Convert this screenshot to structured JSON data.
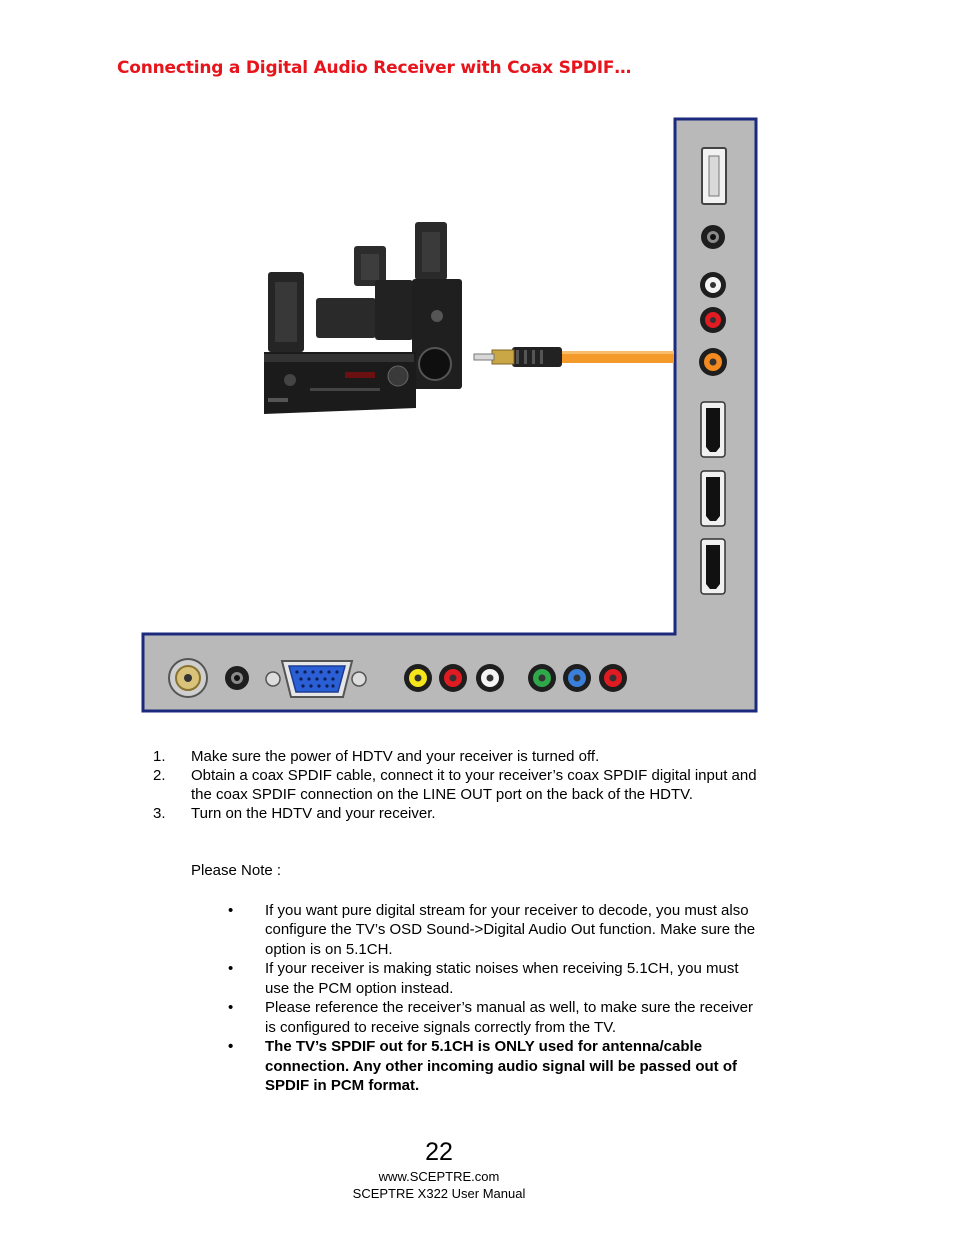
{
  "title": "Connecting a Digital Audio Receiver with Coax SPDIF…",
  "steps": [
    {
      "num": "1.",
      "text": "Make sure the power of HDTV and your receiver is turned off."
    },
    {
      "num": "2.",
      "text": "Obtain a coax SPDIF cable, connect it to your receiver’s coax SPDIF digital input and the coax SPDIF connection on the LINE OUT port on the back of the HDTV."
    },
    {
      "num": "3.",
      "text": "Turn on the HDTV and your receiver."
    }
  ],
  "note_label": "Please Note :",
  "bullets": [
    {
      "text": "If you want pure digital stream for your receiver to decode, you must also configure the TV’s OSD Sound->Digital Audio Out function. Make sure the option is on 5.1CH."
    },
    {
      "text": "If your receiver is making static noises when receiving 5.1CH, you must use the PCM option instead."
    },
    {
      "text": "Please reference the receiver’s manual as well, to make sure the receiver is configured to receive signals correctly from the TV."
    },
    {
      "text": "The TV’s SPDIF out for 5.1CH is ONLY used for antenna/cable connection.  Any other incoming audio signal will be passed out of SPDIF in PCM format."
    }
  ],
  "page_number": "22",
  "footer_url": "www.SCEPTRE.com",
  "footer_manual": "SCEPTRE X322 User Manual",
  "colors": {
    "title": "#e8141b",
    "panel_fill": "#b9b9b9",
    "panel_border": "#1c2a7e",
    "cable": "#f39a2a"
  }
}
